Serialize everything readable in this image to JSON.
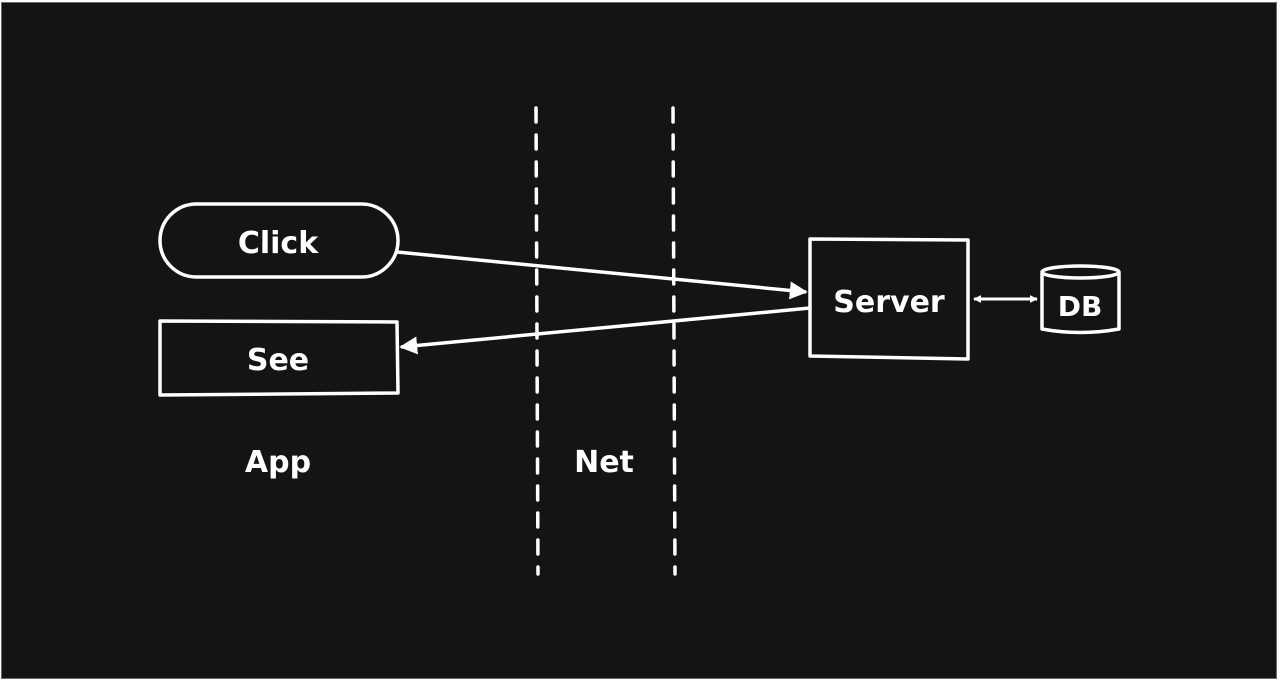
{
  "diagram": {
    "nodes": {
      "click": "Click",
      "see": "See",
      "server": "Server",
      "db": "DB"
    },
    "zones": {
      "app": "App",
      "net": "Net"
    }
  },
  "colors": {
    "background": "#131416",
    "stroke": "#ffffff"
  }
}
